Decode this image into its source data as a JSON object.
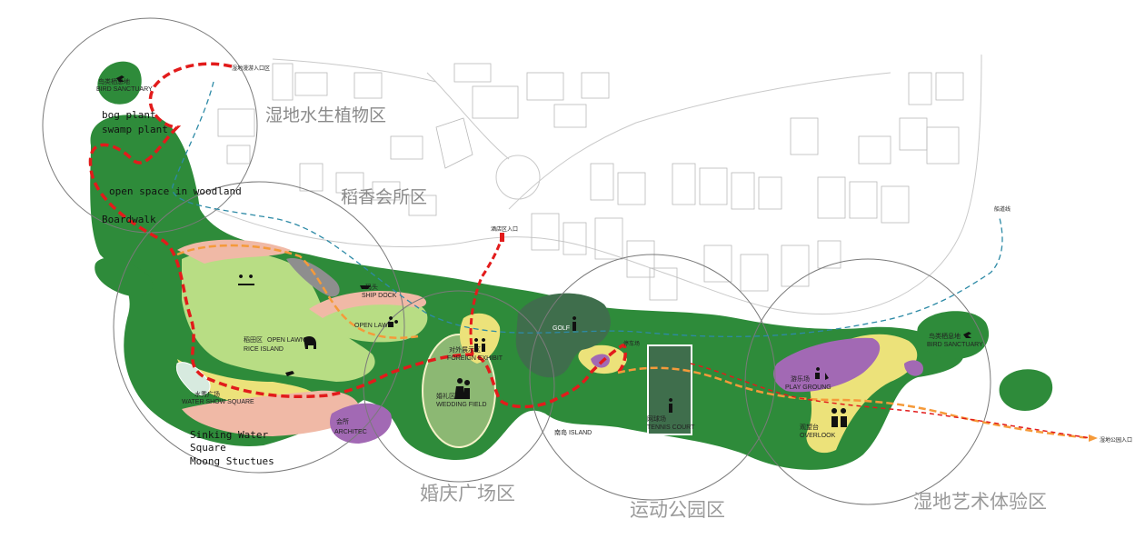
{
  "zones": {
    "wetland_plants": "湿地水生植物区",
    "club": "稻香会所区",
    "wedding": "婚庆广场区",
    "sports": "运动公园区",
    "art": "湿地艺术体验区"
  },
  "notes": {
    "bog_line1": "bog plant",
    "bog_line2": "swamp plant",
    "open_space": "open space in woodland",
    "boardwalk": "Boardwalk",
    "sinking_line1": "Sinking Water",
    "sinking_line2": "Square",
    "sinking_line3": "Moong Stuctues"
  },
  "features": {
    "bird_sanctuary_w_cn": "鸟类栖息地",
    "bird_sanctuary_w_en": "BIRD SANCTUARY",
    "wetland_entry_cn": "湿地漫游入口区",
    "ship_dock_cn": "码头",
    "ship_dock_en": "SHIP DOCK",
    "open_lawn_en": "OPEN LAWN",
    "rice_cn": "稻田区",
    "rice_en1": "OPEN LAWN",
    "rice_en2": "RICE ISLAND",
    "water_show_cn": "水秀广场",
    "water_show_en": "WATER SHOW SQUARE",
    "architec_cn": "会所",
    "architec_en": "ARCHITEC",
    "foreign_cn": "对外展示区",
    "foreign_en": "FOREIGN EXHIBIT",
    "wedding_cn": "婚礼区",
    "wedding_en": "WEDDING FIELD",
    "hotel_entry_cn": "酒店区入口",
    "golf_en": "GOLF",
    "south_island": "南岛 ISLAND",
    "parking_cn": "停车场",
    "tennis_cn": "网球场",
    "tennis_en": "TENNIS COURT",
    "play_cn": "游乐场",
    "play_en": "PLAY GROUNG",
    "overlook_cn": "观望台",
    "overlook_en": "OVERLOOK",
    "bird_sanctuary_e_cn": "鸟类栖息地",
    "bird_sanctuary_e_en": "BIRD SANCTUARY",
    "park_entry_cn": "湿地公园入口",
    "shipping_cn": "船道线"
  },
  "colors": {
    "dark_green": "#2e8b3a",
    "light_green": "#b8dd84",
    "golf_green": "#3f6e4c",
    "yellow": "#ece27a",
    "pink": "#f0b9a6",
    "purple": "#a269b4",
    "route_red": "#e21b1b",
    "route_orange": "#f59a3a",
    "water_line": "#2d8aa6"
  }
}
